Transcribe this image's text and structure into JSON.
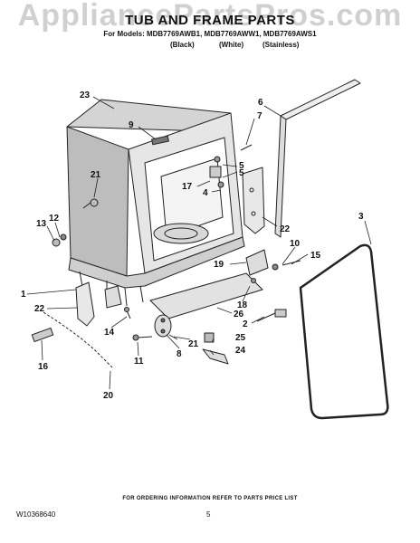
{
  "watermark": "AppliancePartsPros.com",
  "header": {
    "title": "TUB AND FRAME PARTS",
    "models": "For Models: MDB7769AWB1, MDB7769AWW1, MDB7769AWS1",
    "finishes": [
      "(Black)",
      "(White)",
      "(Stainless)"
    ]
  },
  "callouts": [
    "23",
    "6",
    "7",
    "9",
    "5",
    "5",
    "21",
    "17",
    "4",
    "22",
    "3",
    "13",
    "12",
    "10",
    "15",
    "19",
    "18",
    "1",
    "26",
    "22",
    "2",
    "14",
    "21",
    "25",
    "8",
    "24",
    "11",
    "16",
    "20"
  ],
  "footer": {
    "info": "FOR ORDERING INFORMATION REFER TO PARTS PRICE LIST",
    "doc_number": "W10368640",
    "page_number": "5"
  },
  "colors": {
    "line": "#222222",
    "tub_front": "#e6e6e6",
    "tub_side": "#bdbdbd",
    "tub_top": "#d4d4d4"
  }
}
